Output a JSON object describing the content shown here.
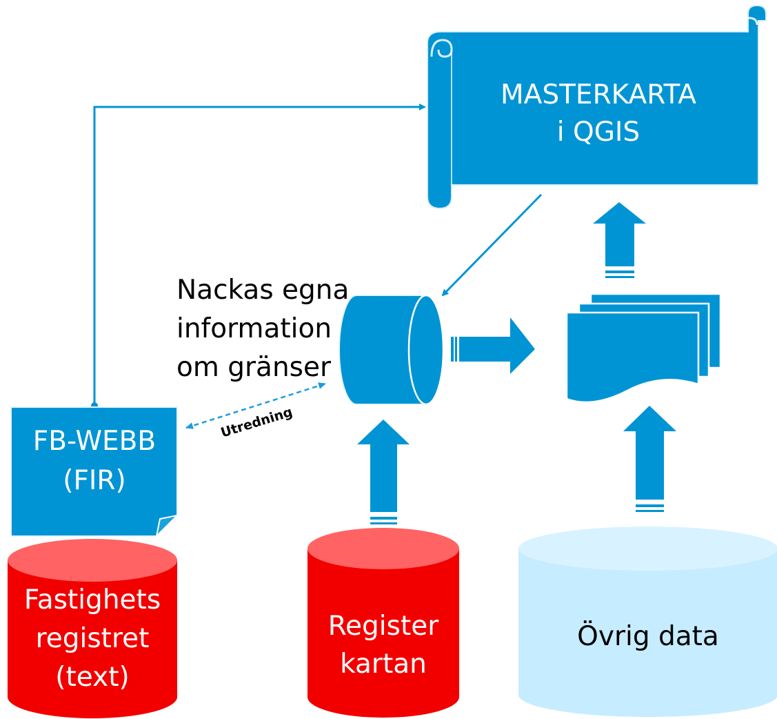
{
  "colors": {
    "accent_blue": "#0094D4",
    "light_blue": "#C6ECFF",
    "light_blue_top": "#D8F3FF",
    "red": "#F20000",
    "red_top": "#FF6363",
    "dashed": "#1E9BE0"
  },
  "masterkarta": {
    "line1": "MASTERKARTA",
    "line2": "i QGIS",
    "icon": "scroll-icon"
  },
  "nacka": {
    "line1": "Nackas egna",
    "line2": "information",
    "line3": "om gränser",
    "icon": "horizontal-cylinder-icon"
  },
  "documents": {
    "icon": "multi-document-icon"
  },
  "fbwebb": {
    "line1": "FB-WEBB",
    "line2": "(FIR)",
    "icon": "folded-note-icon"
  },
  "utredning": {
    "label": "Utredning"
  },
  "fastighetsregistret": {
    "line1": "Fastighets",
    "line2": "registret",
    "line3": "(text)",
    "icon": "database-icon"
  },
  "registerkartan": {
    "line1": "Register",
    "line2": "kartan",
    "icon": "database-icon"
  },
  "ovrig": {
    "label": "Övrig data",
    "icon": "database-icon"
  }
}
